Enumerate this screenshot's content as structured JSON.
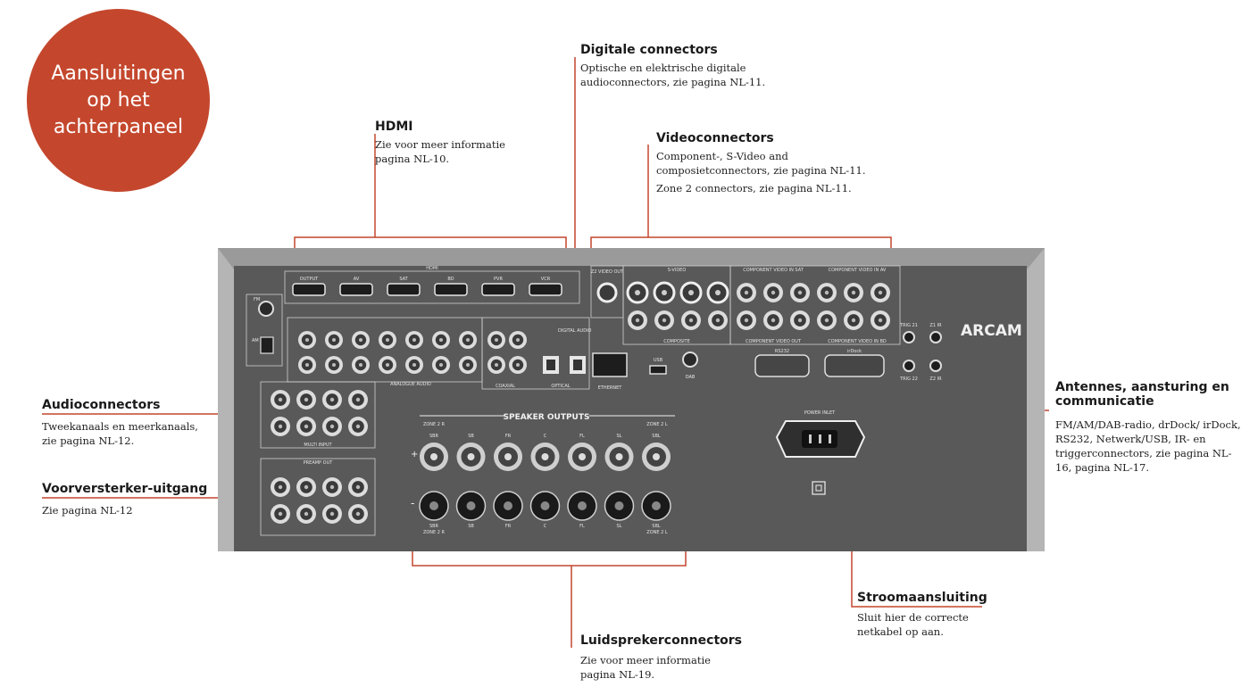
{
  "badge": {
    "title": "Aansluitingen op het achterpaneel"
  },
  "callouts": {
    "hdmi": {
      "title": "HDMI",
      "text": "Zie voor meer informatie pagina NL-10."
    },
    "digital": {
      "title": "Digitale connectors",
      "text": "Optische en elektrische digitale audioconnectors, zie pagina NL-11."
    },
    "video": {
      "title": "Videoconnectors",
      "text1": "Component-, S-Video and composietconnectors, zie pagina NL-11.",
      "text2": "Zone 2 connectors, zie pagina NL-11."
    },
    "audio": {
      "title": "Audioconnectors",
      "text": "Tweekanaals en meerkanaals, zie pagina NL-12."
    },
    "preamp": {
      "title": "Voorversterker-uitgang",
      "text": "Zie pagina NL-12"
    },
    "antenna": {
      "title": "Antennes, aansturing en communicatie",
      "text": "FM/AM/DAB-radio, drDock/ irDock, RS232, Netwerk/USB, IR- en triggerconnectors, zie pagina NL-16, pagina NL-17."
    },
    "power": {
      "title": "Stroomaansluiting",
      "text": "Sluit hier de correcte netkabel op aan."
    },
    "speaker": {
      "title": "Luidsprekerconnectors",
      "text": "Zie voor meer informatie pagina NL-19."
    }
  },
  "panel": {
    "brand": "ARCAM",
    "speaker_outputs": "SPEAKER OUTPUTS",
    "speaker_channels": [
      "SBR",
      "SB",
      "FR",
      "C",
      "FL",
      "SL",
      "SBL"
    ],
    "zone2r": "ZONE 2 R",
    "zone2l": "ZONE 2 L",
    "power_inlet": "POWER INLET",
    "hdmi_header": "HDMI",
    "hdmi_labels": [
      "OUTPUT",
      "AV",
      "SAT",
      "BD",
      "PVR",
      "VCR"
    ],
    "analogue_audio": "ANALOGUE AUDIO",
    "digital_audio": "DIGITAL AUDIO",
    "ethernet": "ETHERNET",
    "usb": "USB",
    "dab": "DAB",
    "fm": "FM",
    "am": "AM",
    "z2_video_out": "Z2 VIDEO OUT",
    "svideo": "S-VIDEO",
    "composite": "COMPOSITE",
    "component_in_sat": "COMPONENT VIDEO IN SAT",
    "component_in_av": "COMPONENT VIDEO IN AV",
    "component_out": "COMPONENT VIDEO OUT",
    "component_in_bd": "COMPONENT VIDEO IN BD",
    "rs232": "RS232",
    "irdock": "irDock",
    "trig1": "TRIG 21",
    "trig2": "TRIG 22",
    "z1ir": "Z1 IR",
    "z2ir": "Z2 IR",
    "multi_input": "MULTI INPUT",
    "preamp_out": "PREAMP OUT",
    "coaxial": "COAXIAL",
    "optical": "OPTICAL"
  },
  "colors": {
    "accent": "#c4472d",
    "panel": "#585858",
    "panel_border": "#9a9a9a"
  }
}
